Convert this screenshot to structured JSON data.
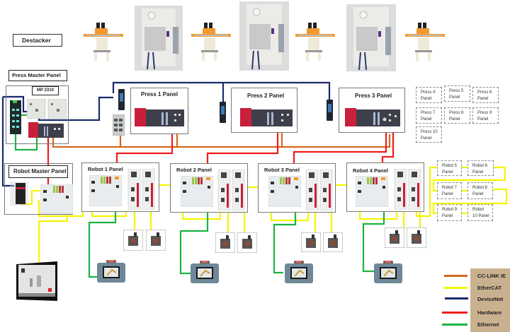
{
  "title_labels": {
    "destacker": "Destacker",
    "press_master_panel": "Press Master Panel",
    "mp2310": "MP 2310",
    "robot_master_panel": "Robot Master Panel"
  },
  "press_panels": [
    {
      "label": "Press 1 Panel"
    },
    {
      "label": "Press 2 Panel"
    },
    {
      "label": "Press 3 Panel"
    }
  ],
  "robot_panels": [
    {
      "label": "Robot 1 Panel"
    },
    {
      "label": "Robot 2 Panel"
    },
    {
      "label": "Robot 3 Panel"
    },
    {
      "label": "Robot 4 Panel"
    }
  ],
  "future_press_panels": [
    {
      "line1": "Press 4",
      "line2": "Panel"
    },
    {
      "line1": "Press 5",
      "line2": "Panel"
    },
    {
      "line1": "Press 6",
      "line2": "Panel"
    },
    {
      "line1": "Press 7",
      "line2": "Panel"
    },
    {
      "line1": "Press 8",
      "line2": "Panel"
    },
    {
      "line1": "Press 9",
      "line2": "Panel"
    },
    {
      "line1": "Press 10",
      "line2": "Panel"
    }
  ],
  "future_robot_panels": [
    {
      "line1": "Robot 5",
      "line2": "Panel"
    },
    {
      "line1": "Robot 6",
      "line2": "Panel"
    },
    {
      "line1": "Robot 7",
      "line2": "Panel"
    },
    {
      "line1": "Robot 8",
      "line2": "Panel"
    },
    {
      "line1": "Robot 9",
      "line2": "Panel"
    },
    {
      "line1": "Robot",
      "line2": "10 Panel"
    }
  ],
  "legend": [
    {
      "label": "CC-LINK IE",
      "color": "#d2691e"
    },
    {
      "label": "EtherCAT",
      "color": "#f5f500"
    },
    {
      "label": "DeviceNet",
      "color": "#1a2a6c"
    },
    {
      "label": "Hardware",
      "color": "#ee1c1c"
    },
    {
      "label": "Ethernet",
      "color": "#1db341"
    }
  ],
  "colors": {
    "cclink": "#d2691e",
    "ethercat": "#f5f500",
    "devicenet": "#1a2a6c",
    "hardware": "#ee1c1c",
    "ethernet": "#1db341",
    "legend_bg": "#c9b18f",
    "plc_red": "#c8203a"
  }
}
